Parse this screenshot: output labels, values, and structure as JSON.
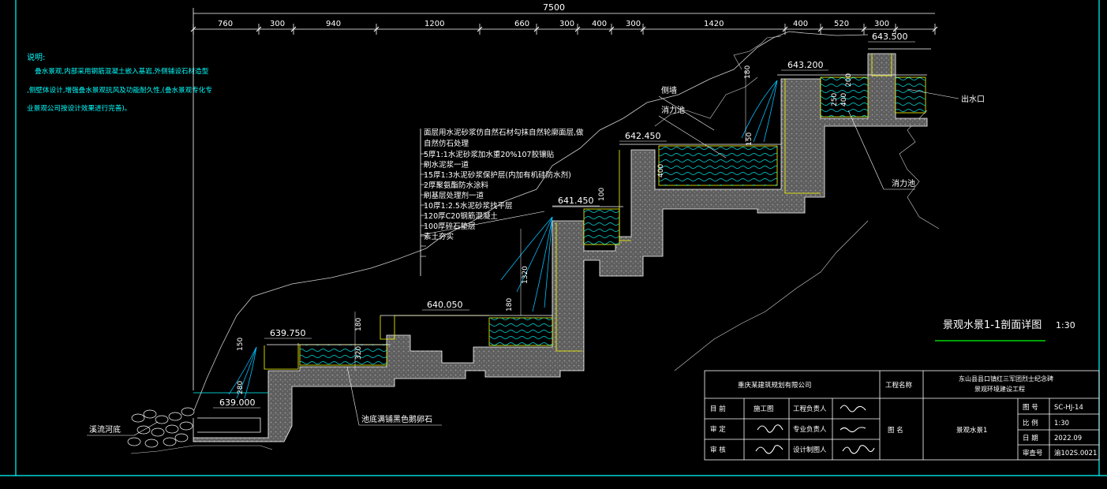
{
  "dimensions": {
    "total": "7500",
    "segments": [
      "760",
      "300",
      "940",
      "1200",
      "660",
      "300",
      "400",
      "300",
      "1420",
      "400",
      "520",
      "300"
    ]
  },
  "notes": {
    "heading": "说明:",
    "lines": [
      "叠水景观,内部采用钢筋混凝土嵌入基岩,外侧铺设石材造型",
      ",侧壁体设计,增强叠水景观抗风及功能耐久性,(叠水景观专化专",
      "业景观公司按设计效果进行完善)。"
    ]
  },
  "elevations": [
    "643.500",
    "643.200",
    "642.450",
    "641.450",
    "640.050",
    "639.750",
    "639.000"
  ],
  "layers": [
    "面层用水泥砂浆仿自然石材勾抹自然轮廓面层,做",
    "自然仿石处理",
    "5厚1:1水泥砂浆加水重20%107胶镶贴",
    "刷水泥浆一道",
    "15厚1:3水泥砂浆保护层(内加有机硅防水剂)",
    "2厚聚氨酯防水涂料",
    "刷基层处理剂一道",
    "10厚1:2.5水泥砂浆找平层",
    "120厚C20钢筋混凝土",
    "100厚碎石垫层",
    "素土夯实"
  ],
  "labels": {
    "side_wall": "侧墙",
    "energy_pool_upper": "消力池",
    "energy_pool_right": "消力池",
    "outlet": "出水口",
    "stream_bed": "溪流河底",
    "pebbles": "池底满铺黑色鹅卵石"
  },
  "small_dims": [
    "180",
    "250",
    "400",
    "200",
    "150",
    "100",
    "400",
    "1320",
    "180",
    "180",
    "320",
    "280",
    "150"
  ],
  "drawing_title": "景观水景1-1剖面详图",
  "scale": "1:30",
  "title_block": {
    "company": "重庆某建筑规划有限公司",
    "project_label": "工程名称",
    "project_line1": "东山县县口镇红三军团烈士纪念碑",
    "project_line2": "景观环境建设工程",
    "rows": [
      {
        "role": "目  前",
        "name": "施工图",
        "role2": "工程负责人"
      },
      {
        "role": "审  定",
        "name": "",
        "role2": "专业负责人"
      },
      {
        "role": "审  核",
        "name": "",
        "role2": "设计制图人"
      }
    ],
    "drawing_name_label": "图  名",
    "drawing_name": "景观水景1",
    "fields": [
      {
        "k": "图  号",
        "v": "SC-HJ-14"
      },
      {
        "k": "比  例",
        "v": "1:30"
      },
      {
        "k": "日  期",
        "v": "2022.09"
      },
      {
        "k": "审查号",
        "v": "渝102S.0021"
      }
    ]
  },
  "colors": {
    "frame": "#00ffff",
    "line": "#ffffff",
    "concrete": "#7a7a7a",
    "finish": "#ffff00",
    "water": "#00ffff",
    "text": "#ffffff",
    "note": "#00ffff",
    "title_underline": "#00ff00"
  }
}
